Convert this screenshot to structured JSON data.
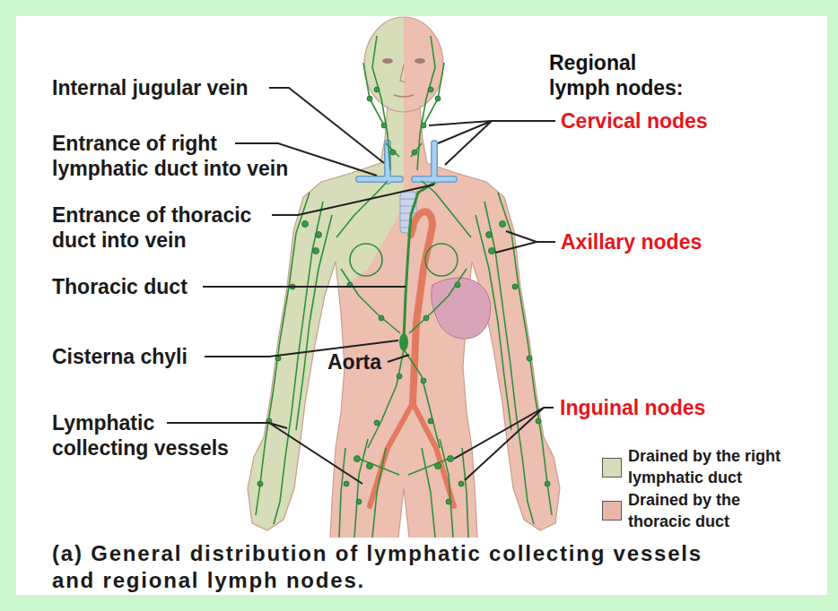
{
  "diagram": {
    "caption": "(a) General distribution of lymphatic collecting vessels and regional lymph nodes.",
    "labels": [
      "Internal jugular vein",
      "Entrance of right lymphatic duct into vein",
      "Entrance of thoracic duct into vein",
      "Thoracic duct",
      "Cisterna chyli",
      "Aorta",
      "Lymphatic collecting vessels",
      "Regional lymph nodes:",
      "Cervical nodes",
      "Axillary nodes",
      "Inguinal nodes"
    ],
    "legend": [
      {
        "text": "Drained by the right lymphatic duct",
        "color": "#d6ddb8"
      },
      {
        "text": "Drained by the thoracic duct",
        "color": "#e9b7a9"
      }
    ]
  }
}
